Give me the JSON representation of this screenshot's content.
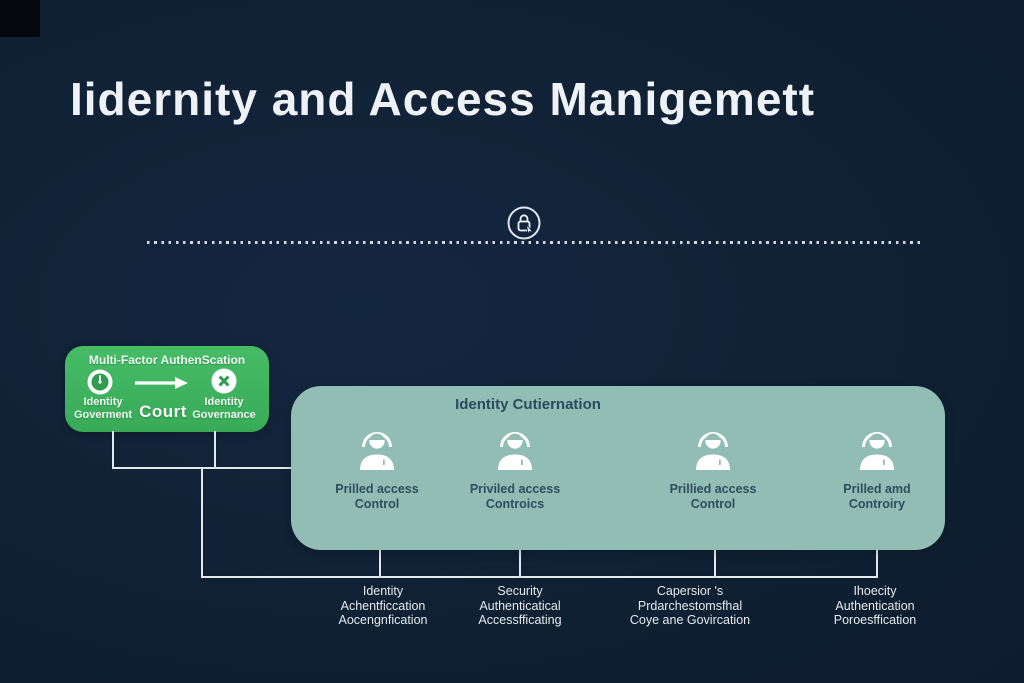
{
  "title": "Iidernity and Access Manigemett",
  "colors": {
    "background": "#102134",
    "corner_square": "#04080e",
    "accent_green": "#3db85f",
    "panel_teal": "#92bdb4",
    "connector_line": "#e3eaef",
    "panel_text": "#2e4d60",
    "light_text": "#e4eaee"
  },
  "divider": {
    "icon": "lock-cursor-badge"
  },
  "mfa_box": {
    "title": "Multi-Factor AuthenScation",
    "left_item": {
      "icon": "clock-icon",
      "lines": [
        "Identity",
        "Goverment"
      ]
    },
    "arrow_label": "Court",
    "right_item": {
      "icon": "x-circle-icon",
      "lines": [
        "Identity",
        "Governance"
      ]
    }
  },
  "panel": {
    "title": "Identity Cutiernation",
    "items": [
      {
        "icon": "person-icon",
        "lines": [
          "Prilled access",
          "Control"
        ]
      },
      {
        "icon": "person-icon",
        "lines": [
          "Priviled access",
          "Controics"
        ]
      },
      {
        "icon": "person-icon",
        "lines": [
          "Prillied access",
          "Control"
        ]
      },
      {
        "icon": "person-icon",
        "lines": [
          "Prilled amd",
          "Controiry"
        ]
      }
    ]
  },
  "bottom_labels": [
    {
      "lines": [
        "Identity",
        "Achentficcation",
        "Aocengnfication"
      ]
    },
    {
      "lines": [
        "Security",
        "Authenticatical",
        "Accessfficating"
      ]
    },
    {
      "lines": [
        "Capersior 's",
        "Prdarchestomsfhal",
        "Coye ane Govircation"
      ]
    },
    {
      "lines": [
        "Ihoecity",
        "Authentication",
        "Poroesffication"
      ]
    }
  ]
}
